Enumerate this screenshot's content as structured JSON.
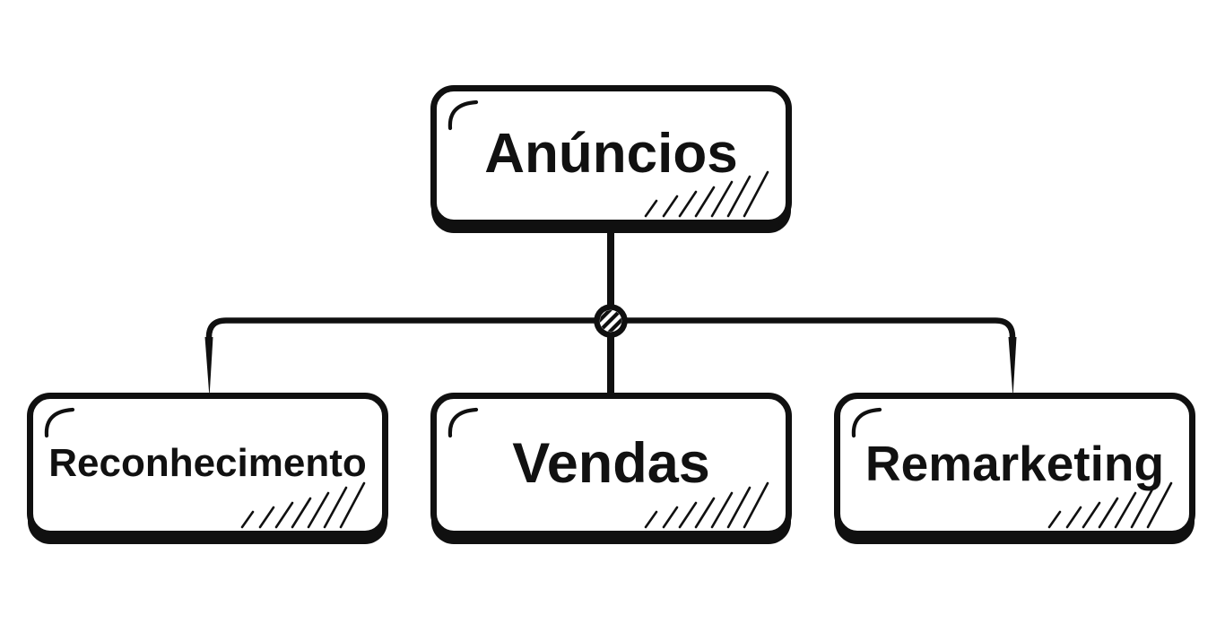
{
  "diagram": {
    "type": "tree",
    "style": {
      "ink_color": "#101010",
      "background_color": "#ffffff",
      "node_fill": "#ffffff"
    },
    "root": {
      "id": "anuncios",
      "label": "Anúncios"
    },
    "children": [
      {
        "id": "reconhecimento",
        "label": "Reconhecimento",
        "parent": "anuncios"
      },
      {
        "id": "vendas",
        "label": "Vendas",
        "parent": "anuncios"
      },
      {
        "id": "remarketing",
        "label": "Remarketing",
        "parent": "anuncios"
      }
    ]
  }
}
